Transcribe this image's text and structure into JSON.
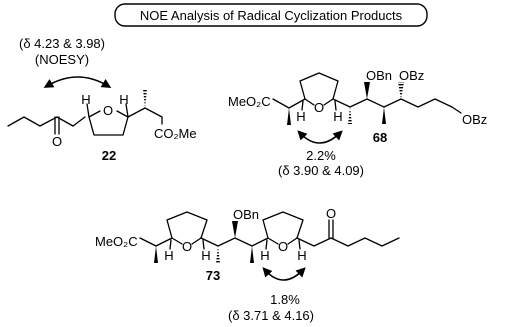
{
  "title": "NOE Analysis of Radical Cyclization Products",
  "compound_22": {
    "number": "22",
    "shift": "(δ 4.23 & 3.98)",
    "method": "(NOESY)",
    "atoms": {
      "ketone_o": "O",
      "ring_o": "O",
      "h_left": "H",
      "h_right": "H",
      "ester": "CO₂Me"
    }
  },
  "compound_68": {
    "number": "68",
    "noe": "2.2%",
    "shift": "(δ 3.90 & 4.09)",
    "atoms": {
      "ester": "MeO₂C",
      "ring_o": "O",
      "h_left": "H",
      "h_right": "H",
      "obn": "OBn",
      "obz1": "OBz",
      "obz2": "OBz"
    }
  },
  "compound_73": {
    "number": "73",
    "noe": "1.8%",
    "shift": "(δ 3.71 & 4.16)",
    "atoms": {
      "ester": "MeO₂C",
      "ring_o1": "O",
      "ring_o2": "O",
      "h1": "H",
      "h2": "H",
      "h3": "H",
      "h4": "H",
      "obn": "OBn",
      "ketone_o": "O"
    }
  }
}
